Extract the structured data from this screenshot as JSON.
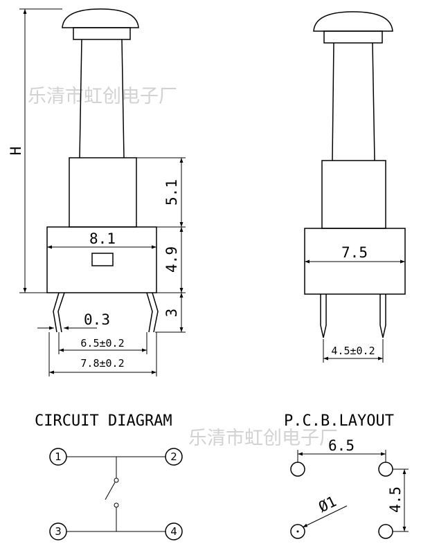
{
  "watermark": "乐清市虹创电子厂",
  "side_view": {
    "height_label": "H",
    "dim_upper": "5.1",
    "dim_body_width": "8.1",
    "dim_body_height": "4.9",
    "dim_pin_length": "3",
    "dim_pin_thickness": "0.3",
    "dim_pin_pitch": "6.5±0.2",
    "dim_overall_width": "7.8±0.2"
  },
  "front_view": {
    "dim_body_width": "7.5",
    "dim_pin_pitch": "4.5±0.2"
  },
  "circuit": {
    "title": "CIRCUIT DIAGRAM",
    "pins": [
      "1",
      "2",
      "3",
      "4"
    ]
  },
  "pcb": {
    "title": "P.C.B.LAYOUT",
    "dim_horizontal": "6.5",
    "dim_vertical": "4.5",
    "dim_hole": "Ø1"
  }
}
